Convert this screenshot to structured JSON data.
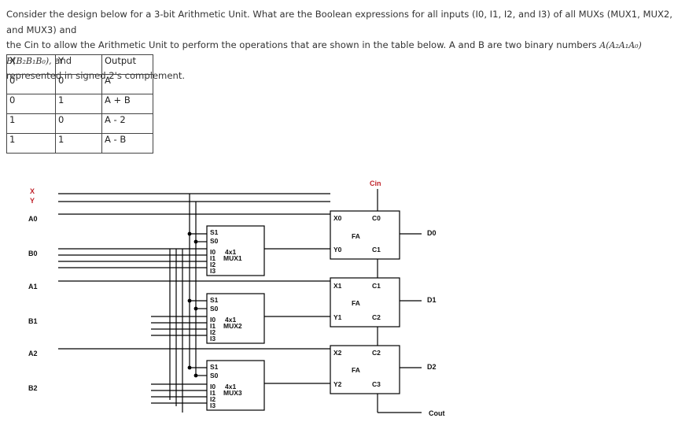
{
  "question": {
    "line1": "Consider the design below for a 3-bit Arithmetic Unit. What are the Boolean expressions for all inputs (I0, I1, I2, and I3) of all MUXs (MUX1, MUX2, and MUX3) and",
    "line2_text": "the Cin to allow the Arithmetic Unit to perform the operations that are shown in the table below. A and B are two binary numbers ",
    "line2_math": "A(A₂A₁A₀) B(B₂B₁B₀),",
    "line2_end": " and",
    "line3": "represented in signed 2's complement."
  },
  "table": {
    "headers": [
      "X",
      "Y",
      "Output"
    ],
    "rows": [
      [
        "0",
        "0",
        "A"
      ],
      [
        "0",
        "1",
        "A + B"
      ],
      [
        "1",
        "0",
        "A - 2"
      ],
      [
        "1",
        "1",
        "A - B"
      ]
    ]
  },
  "diagram": {
    "inputs": {
      "x": "X",
      "y": "Y",
      "a0": "A0",
      "b0": "B0",
      "a1": "A1",
      "b1": "B1",
      "a2": "A2",
      "b2": "B2"
    },
    "mux_pins": {
      "s1": "S1",
      "s0": "S0",
      "i0": "I0",
      "i1": "I1",
      "i2": "I2",
      "i3": "I3",
      "kind": "4x1"
    },
    "mux_names": [
      "MUX1",
      "MUX2",
      "MUX3"
    ],
    "fa_label": "FA",
    "fa1": {
      "x": "X0",
      "y": "Y0",
      "cin": "C0",
      "cout": "C1",
      "d": "D0"
    },
    "fa2": {
      "x": "X1",
      "y": "Y1",
      "cin": "C1",
      "cout": "C2",
      "d": "D1"
    },
    "fa3": {
      "x": "X2",
      "y": "Y2",
      "cin": "C2",
      "cout": "C3",
      "d": "D2"
    },
    "cin": "Cin",
    "cout": "Cout"
  }
}
